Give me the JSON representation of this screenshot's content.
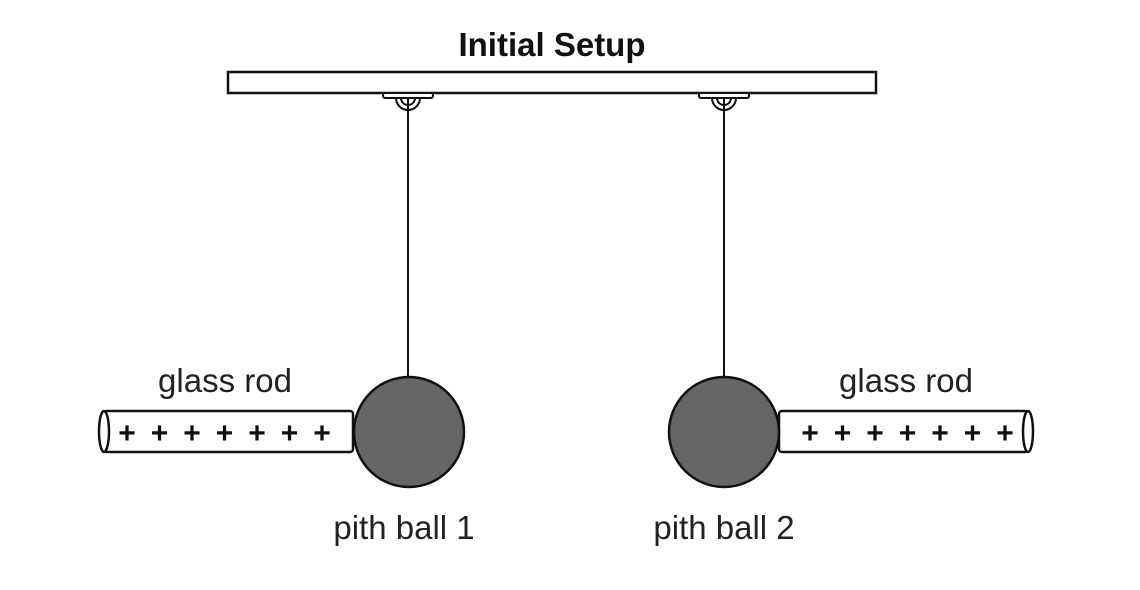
{
  "diagram": {
    "title": "Initial Setup",
    "colors": {
      "stroke": "#111111",
      "ball_fill": "#666666",
      "background": "#ffffff",
      "rod_fill": "#ffffff"
    },
    "pith_balls": [
      {
        "label": "pith ball 1"
      },
      {
        "label": "pith ball 2"
      }
    ],
    "glass_rods": [
      {
        "label": "glass rod",
        "charge_symbol": "+",
        "charge_count": 7,
        "side": "left"
      },
      {
        "label": "glass rod",
        "charge_symbol": "+",
        "charge_count": 7,
        "side": "right"
      }
    ]
  }
}
